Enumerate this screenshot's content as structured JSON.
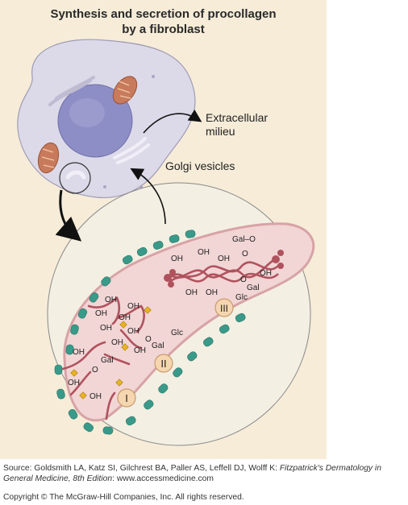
{
  "title": {
    "line1": "Synthesis and secretion of procollagen",
    "line2": "by a fibroblast"
  },
  "labels": {
    "extracellular_1": "Extracellular",
    "extracellular_2": "milieu",
    "golgi": "Golgi vesicles"
  },
  "steps": [
    "I",
    "II",
    "III"
  ],
  "molecular": {
    "oh": "OH",
    "o": "O",
    "gal": "Gal",
    "glc": "Glc",
    "gal_o": "Gal–O"
  },
  "source": {
    "prefix": "Source: Goldsmith LA, Katz SI, Gilchrest BA, Paller AS, Leffell DJ, Wolff K: ",
    "book_title": "Fitzpatrick's Dermatology in General Medicine, 8th Edition",
    "suffix": ": www.accessmedicine.com"
  },
  "copyright": "Copyright © The McGraw-Hill Companies, Inc. All rights reserved.",
  "colors": {
    "panel": "#f6ecd8",
    "cell": "#dcdae8",
    "nucleus": "#8e8ec6",
    "zoom_circle": "#f4efe3",
    "vesicle": "#f2d5d5",
    "vesicle_border": "#d7a3a6",
    "chain": "#b0525e",
    "ribosome": "#3a9a8a",
    "marker": "#e8b322",
    "step_badge": "#f6d6b0"
  }
}
